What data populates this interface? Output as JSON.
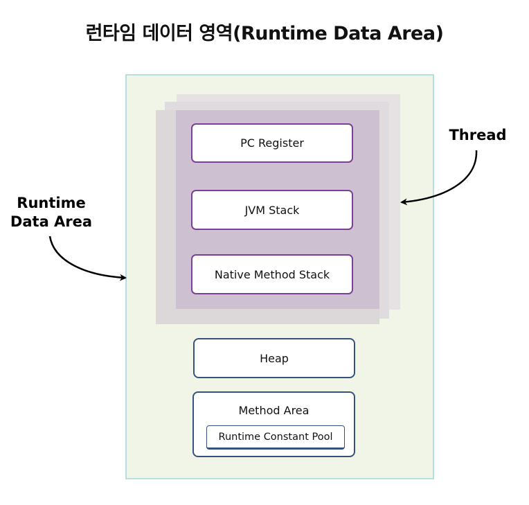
{
  "title": "런타임 데이터 영역(Runtime Data Area)",
  "thread_components": {
    "pc_register": "PC Register",
    "jvm_stack": "JVM Stack",
    "native_method_stack": "Native Method Stack"
  },
  "shared_components": {
    "heap": "Heap",
    "method_area": "Method Area",
    "runtime_constant_pool": "Runtime Constant Pool"
  },
  "callouts": {
    "runtime_line1": "Runtime",
    "runtime_line2": "Data Area",
    "thread": "Thread"
  },
  "colors": {
    "runtime_area_fill": "#f1f5e7",
    "runtime_area_border": "#b6dde0",
    "thread_fill": "#cdc0d0",
    "thread_box_border": "#7b3f99",
    "shared_box_border": "#34527d"
  }
}
